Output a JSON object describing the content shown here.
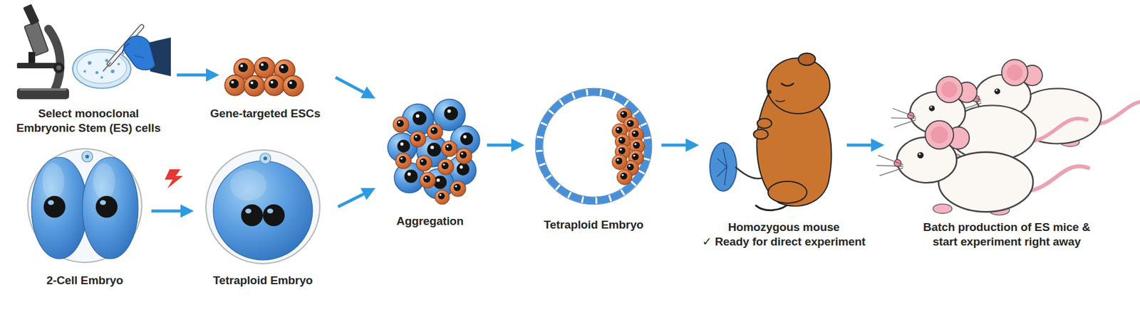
{
  "diagram": {
    "nodes": [
      {
        "text": [
          "Select monoclonal Embryonic Stem (ES) cells"
        ]
      },
      {
        "text": [
          "Gene-targeted ESCs"
        ]
      },
      {
        "text": [
          "2-Cell Embryo"
        ]
      },
      {
        "text": [
          "Tetraploid Embryo"
        ]
      },
      {
        "text": [
          "Aggregation"
        ]
      },
      {
        "text": [
          "Tetraploid Embryo"
        ]
      },
      {
        "text": [
          "Homozygous mouse",
          "✓ Ready for direct experiment"
        ]
      },
      {
        "text": [
          "Batch production of ES mice & start experiment right away"
        ]
      }
    ],
    "edges": [
      {
        "from": 0,
        "to": 1,
        "arrow": "to"
      },
      {
        "from": 1,
        "to": 4,
        "arrow": "to"
      },
      {
        "from": 2,
        "to": 3,
        "arrow": "to"
      },
      {
        "from": 3,
        "to": 4,
        "arrow": "to"
      },
      {
        "from": 4,
        "to": 5,
        "arrow": "to"
      },
      {
        "from": 5,
        "to": 6,
        "arrow": "to"
      },
      {
        "from": 6,
        "to": 7,
        "arrow": "to"
      }
    ]
  }
}
